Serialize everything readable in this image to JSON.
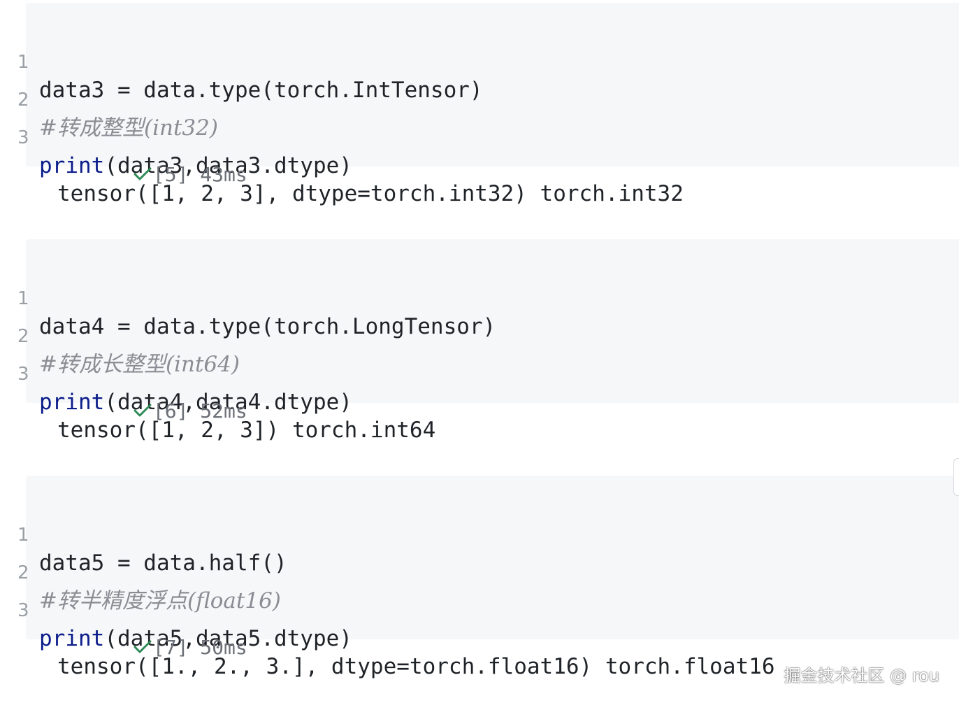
{
  "cells": [
    {
      "lines": [
        {
          "num": "1",
          "code": "data3 = data.type(torch.IntTensor)"
        },
        {
          "num": "2",
          "comment": "#转成整型(int32)"
        },
        {
          "num": "3",
          "kw": "print",
          "rest": "(data3,data3.dtype)"
        }
      ],
      "exec_label": "[5] 43ms",
      "output": "tensor([1, 2, 3], dtype=torch.int32) torch.int32"
    },
    {
      "lines": [
        {
          "num": "1",
          "code": "data4 = data.type(torch.LongTensor)"
        },
        {
          "num": "2",
          "comment": "#转成长整型(int64)"
        },
        {
          "num": "3",
          "kw": "print",
          "rest": "(data4,data4.dtype)"
        }
      ],
      "exec_label": "[6] 52ms",
      "output": "tensor([1, 2, 3]) torch.int64"
    },
    {
      "lines": [
        {
          "num": "1",
          "code": "data5 = data.half()"
        },
        {
          "num": "2",
          "comment": "#转半精度浮点(float16)"
        },
        {
          "num": "3",
          "kw": "print",
          "rest": "(data5,data5.dtype)"
        }
      ],
      "exec_label": "[7] 50ms",
      "output": "tensor([1., 2., 3.], dtype=torch.float16) torch.float16"
    }
  ],
  "watermark": "掘金技术社区 @ rou",
  "colors": {
    "cell_bg": "#f6f7f9",
    "keyword": "#0b1d8a",
    "comment": "#8a8d93",
    "success_check": "#2e8b57"
  },
  "icons": {
    "exec_status": "check-icon"
  }
}
